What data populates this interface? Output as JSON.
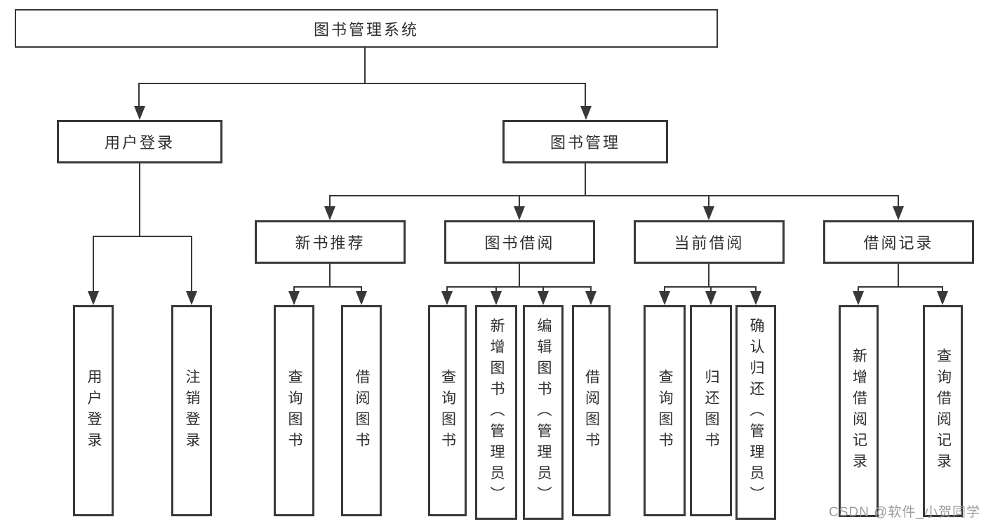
{
  "nodes": {
    "root": "图书管理系统",
    "user_login": "用户登录",
    "book_mgmt": "图书管理",
    "new_book": "新书推荐",
    "book_borrow": "图书借阅",
    "cur_borrow": "当前借阅",
    "records": "借阅记录",
    "leaf_user_login": "用户登录",
    "leaf_logout": "注销登录",
    "leaf_nb_query": "查询图书",
    "leaf_nb_borrow": "借阅图书",
    "leaf_bb_query": "查询图书",
    "leaf_bb_add": "新增图书（管理员）",
    "leaf_bb_edit": "编辑图书（管理员）",
    "leaf_bb_borrow": "借阅图书",
    "leaf_cb_query": "查询图书",
    "leaf_cb_return": "归还图书",
    "leaf_cb_confirm": "确认归还（管理员）",
    "leaf_br_add": "新增借阅记录",
    "leaf_br_query": "查询借阅记录"
  },
  "hierarchy": {
    "图书管理系统": [
      "用户登录",
      "图书管理"
    ],
    "用户登录": [
      "用户登录",
      "注销登录"
    ],
    "图书管理": [
      "新书推荐",
      "图书借阅",
      "当前借阅",
      "借阅记录"
    ],
    "新书推荐": [
      "查询图书",
      "借阅图书"
    ],
    "图书借阅": [
      "查询图书",
      "新增图书（管理员）",
      "编辑图书（管理员）",
      "借阅图书"
    ],
    "当前借阅": [
      "查询图书",
      "归还图书",
      "确认归还（管理员）"
    ],
    "借阅记录": [
      "新增借阅记录",
      "查询借阅记录"
    ]
  },
  "watermark": "CSDN @软件_小贺同学",
  "colors": {
    "line": "#383838",
    "text": "#2e2e2e",
    "watermark": "#9c9c9c",
    "background": "#ffffff"
  }
}
